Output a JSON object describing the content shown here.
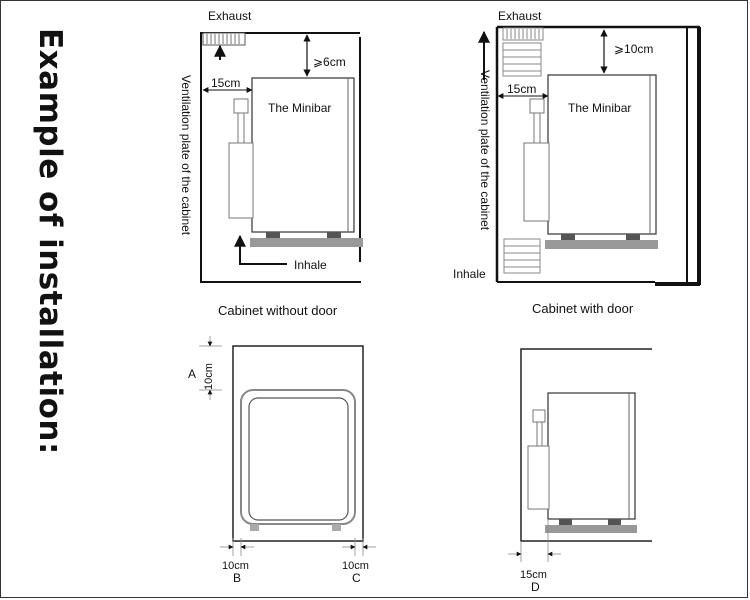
{
  "title": "Example of installation:",
  "top_left": {
    "exhaust": "Exhaust",
    "gap_top": "⩾6cm",
    "gap_side": "15cm",
    "vent_plate": "Ventilation plate of the cabinet",
    "minibar": "The Minibar",
    "inhale": "Inhale",
    "caption": "Cabinet without door"
  },
  "top_right": {
    "exhaust": "Exhaust",
    "gap_top": "⩾10cm",
    "gap_side": "15cm",
    "vent_plate": "Ventilation plate of the cabinet",
    "minibar": "The Minibar",
    "inhale": "Inhale",
    "caption": "Cabinet with door"
  },
  "bottom_left": {
    "top_gap": "10cm",
    "top_letter": "A",
    "left_gap": "10cm",
    "left_letter": "B",
    "right_gap": "10cm",
    "right_letter": "C"
  },
  "bottom_right": {
    "gap": "15cm",
    "letter": "D"
  }
}
